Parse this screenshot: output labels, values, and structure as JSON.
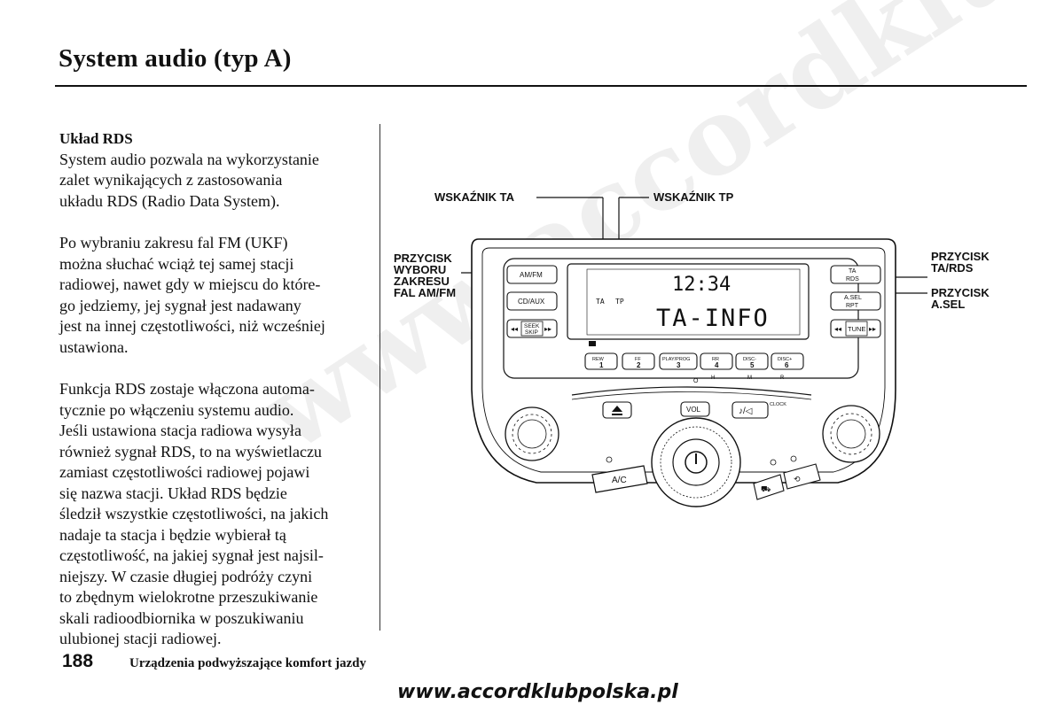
{
  "header": {
    "title": "System audio (typ A)"
  },
  "section": {
    "heading": "Układ RDS",
    "paragraphs": [
      [
        "System audio pozwala na wykorzystanie",
        "zalet wynikających z zastosowania",
        "układu RDS (Radio Data System)."
      ],
      [
        "Po wybraniu zakresu fal FM (UKF)",
        "można słuchać wciąż tej samej stacji",
        "radiowej, nawet gdy w miejscu do które-",
        "go jedziemy, jej sygnał jest nadawany",
        "jest na innej częstotliwości, niż wcześniej",
        "ustawiona."
      ],
      [
        "Funkcja RDS zostaje włączona automa-",
        "tycznie po włączeniu systemu audio.",
        "Jeśli ustawiona stacja radiowa wysyła",
        "również sygnał RDS, to na wyświetlaczu",
        "zamiast częstotliwości radiowej pojawi",
        "się nazwa stacji. Układ RDS będzie",
        "śledził wszystkie częstotliwości, na jakich",
        "nadaje ta stacja i będzie wybierał tą",
        "częstotliwość, na jakiej sygnał jest najsil-",
        "niejszy. W czasie długiej podróży czyni",
        "to zbędnym wielokrotne przeszukiwanie",
        "skali radioodbiornika w poszukiwaniu",
        "ulubionej stacji radiowej."
      ]
    ]
  },
  "figure": {
    "callouts": {
      "ta_indicator": "WSKAŹNIK TA",
      "tp_indicator": "WSKAŹNIK TP",
      "band_button": [
        "PRZYCISK",
        "WYBORU",
        "ZAKRESU",
        "FAL AM/FM"
      ],
      "ta_rds_button": [
        "PRZYCISK",
        "TA/RDS"
      ],
      "asel_button": [
        "PRZYCISK",
        "A.SEL"
      ]
    },
    "display": {
      "clock": "12:34",
      "message": "TA-INFO",
      "ta": "TA",
      "tp": "TP"
    },
    "buttons": {
      "am_fm": "AM/FM",
      "cd_aux": "CD/AUX",
      "seek": [
        "SEEK",
        "SKIP"
      ],
      "ta_rds": [
        "TA",
        "RDS"
      ],
      "a_sel": [
        "A.SEL",
        "RPT"
      ],
      "tune": "TUNE",
      "vol": "VOL",
      "clock": "CLOCK",
      "ac": "A/C"
    },
    "presets": [
      {
        "caption": "REW",
        "number": "1"
      },
      {
        "caption": "FF",
        "number": "2"
      },
      {
        "caption": "PLAY/PROG",
        "number": "3"
      },
      {
        "caption": "RR",
        "number": "4"
      },
      {
        "caption": "DISC-",
        "number": "5"
      },
      {
        "caption": "DISC+",
        "number": "6"
      }
    ],
    "preset_marks": [
      "O",
      "H",
      "M",
      "R"
    ]
  },
  "footer": {
    "page_number": "188",
    "section_title": "Urządzenia podwyższające komfort jazdy",
    "website": "www.accordklubpolska.pl"
  },
  "watermark": "www.accordklubpolska.pl"
}
